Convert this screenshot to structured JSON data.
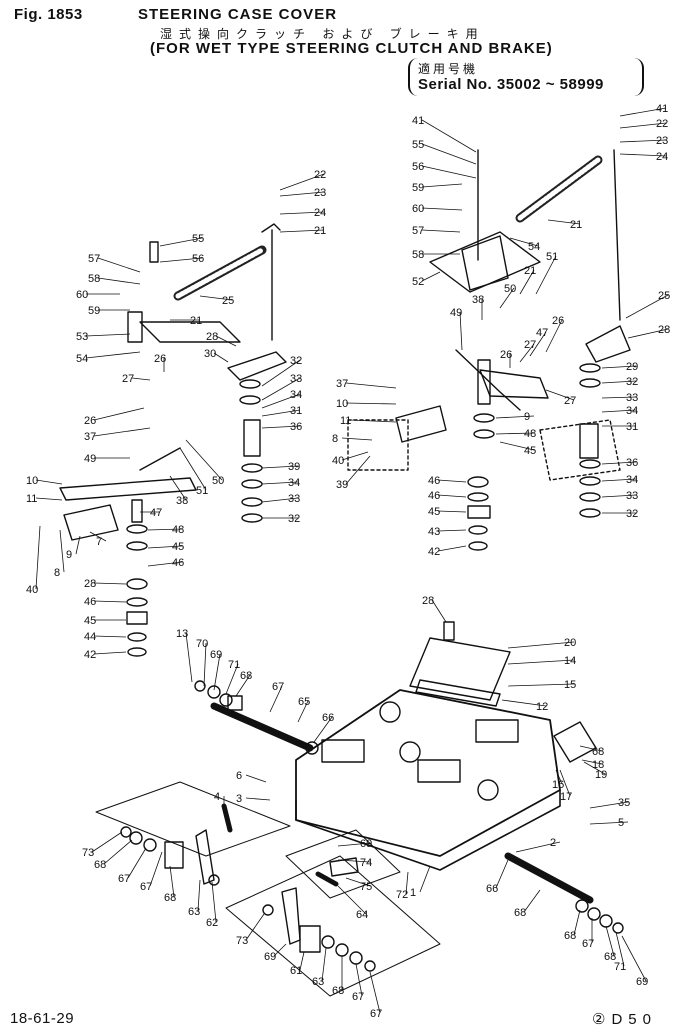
{
  "header": {
    "fig": "Fig. 1853",
    "title": "STEERING CASE COVER",
    "title_jp": "湿式操向クラッチ および ブレーキ用",
    "subtitle": "(FOR WET TYPE STEERING CLUTCH AND BRAKE)",
    "serial_jp": "適用号機",
    "serial": "Serial No. 35002 ~ 58999"
  },
  "footer": {
    "code": "18-61-29",
    "model": "②D50"
  },
  "callouts": [
    {
      "n": "22"
    },
    {
      "n": "23"
    },
    {
      "n": "24"
    },
    {
      "n": "21"
    },
    {
      "n": "55"
    },
    {
      "n": "56"
    },
    {
      "n": "57"
    },
    {
      "n": "58"
    },
    {
      "n": "60"
    },
    {
      "n": "59"
    },
    {
      "n": "25"
    },
    {
      "n": "21"
    },
    {
      "n": "53"
    },
    {
      "n": "54"
    },
    {
      "n": "28"
    },
    {
      "n": "30"
    },
    {
      "n": "26"
    },
    {
      "n": "27"
    },
    {
      "n": "32"
    },
    {
      "n": "33"
    },
    {
      "n": "34"
    },
    {
      "n": "31"
    },
    {
      "n": "36"
    },
    {
      "n": "26"
    },
    {
      "n": "37"
    },
    {
      "n": "49"
    },
    {
      "n": "50"
    },
    {
      "n": "51"
    },
    {
      "n": "38"
    },
    {
      "n": "10"
    },
    {
      "n": "11"
    },
    {
      "n": "47"
    },
    {
      "n": "48"
    },
    {
      "n": "45"
    },
    {
      "n": "46"
    },
    {
      "n": "7"
    },
    {
      "n": "9"
    },
    {
      "n": "8"
    },
    {
      "n": "40"
    },
    {
      "n": "39"
    },
    {
      "n": "34"
    },
    {
      "n": "33"
    },
    {
      "n": "32"
    },
    {
      "n": "28"
    },
    {
      "n": "46"
    },
    {
      "n": "45"
    },
    {
      "n": "44"
    },
    {
      "n": "42"
    },
    {
      "n": "41"
    },
    {
      "n": "55"
    },
    {
      "n": "56"
    },
    {
      "n": "59"
    },
    {
      "n": "60"
    },
    {
      "n": "57"
    },
    {
      "n": "58"
    },
    {
      "n": "52"
    },
    {
      "n": "54"
    },
    {
      "n": "21"
    },
    {
      "n": "51"
    },
    {
      "n": "50"
    },
    {
      "n": "38"
    },
    {
      "n": "49"
    },
    {
      "n": "47"
    },
    {
      "n": "27"
    },
    {
      "n": "26"
    },
    {
      "n": "26"
    },
    {
      "n": "27"
    },
    {
      "n": "37"
    },
    {
      "n": "10"
    },
    {
      "n": "11"
    },
    {
      "n": "8"
    },
    {
      "n": "40"
    },
    {
      "n": "39"
    },
    {
      "n": "9"
    },
    {
      "n": "48"
    },
    {
      "n": "45"
    },
    {
      "n": "46"
    },
    {
      "n": "46"
    },
    {
      "n": "45"
    },
    {
      "n": "43"
    },
    {
      "n": "42"
    },
    {
      "n": "41"
    },
    {
      "n": "22"
    },
    {
      "n": "23"
    },
    {
      "n": "24"
    },
    {
      "n": "21"
    },
    {
      "n": "25"
    },
    {
      "n": "28"
    },
    {
      "n": "29"
    },
    {
      "n": "32"
    },
    {
      "n": "33"
    },
    {
      "n": "34"
    },
    {
      "n": "31"
    },
    {
      "n": "36"
    },
    {
      "n": "34"
    },
    {
      "n": "33"
    },
    {
      "n": "32"
    },
    {
      "n": "28"
    },
    {
      "n": "20"
    },
    {
      "n": "14"
    },
    {
      "n": "15"
    },
    {
      "n": "12"
    },
    {
      "n": "13"
    },
    {
      "n": "70"
    },
    {
      "n": "69"
    },
    {
      "n": "71"
    },
    {
      "n": "68"
    },
    {
      "n": "67"
    },
    {
      "n": "65"
    },
    {
      "n": "66"
    },
    {
      "n": "68"
    },
    {
      "n": "18"
    },
    {
      "n": "19"
    },
    {
      "n": "16"
    },
    {
      "n": "17"
    },
    {
      "n": "35"
    },
    {
      "n": "5"
    },
    {
      "n": "6"
    },
    {
      "n": "3"
    },
    {
      "n": "4"
    },
    {
      "n": "73"
    },
    {
      "n": "68"
    },
    {
      "n": "67"
    },
    {
      "n": "67"
    },
    {
      "n": "68"
    },
    {
      "n": "63"
    },
    {
      "n": "62"
    },
    {
      "n": "69"
    },
    {
      "n": "74"
    },
    {
      "n": "75"
    },
    {
      "n": "72"
    },
    {
      "n": "1"
    },
    {
      "n": "2"
    },
    {
      "n": "66"
    },
    {
      "n": "68"
    },
    {
      "n": "64"
    },
    {
      "n": "73"
    },
    {
      "n": "69"
    },
    {
      "n": "61"
    },
    {
      "n": "63"
    },
    {
      "n": "68"
    },
    {
      "n": "67"
    },
    {
      "n": "67"
    },
    {
      "n": "68"
    },
    {
      "n": "67"
    },
    {
      "n": "68"
    },
    {
      "n": "71"
    },
    {
      "n": "69"
    },
    {
      "n": "70"
    }
  ]
}
